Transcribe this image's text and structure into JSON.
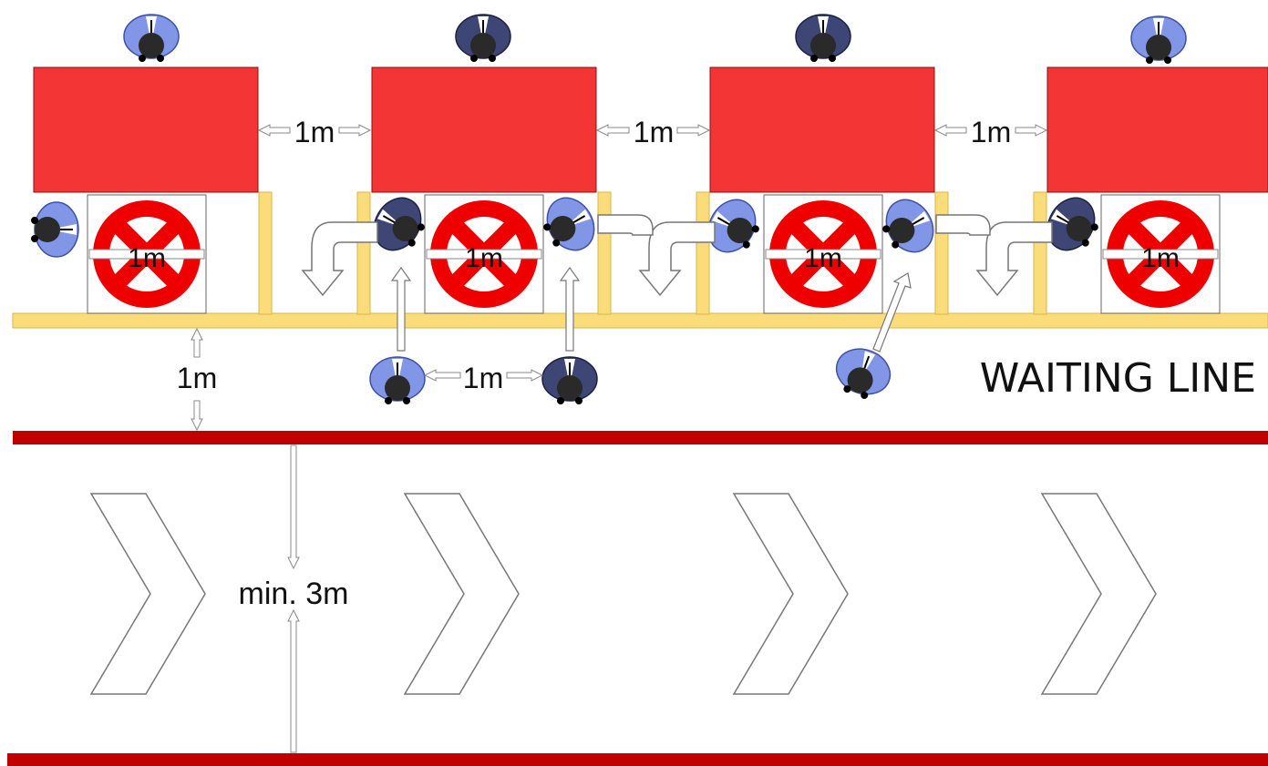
{
  "labels": {
    "booth_gap": "1m",
    "table_gap": "1m",
    "queue_distance": "1m",
    "waiting_spacing": "1m",
    "aisle_width": "min. 3m",
    "waiting_line": "WAITING LINE"
  },
  "colors": {
    "counter": "#f33535",
    "floor_line": "#c00000",
    "barrier": "#fbdc7a",
    "barrier_edge": "#d9b64c",
    "no_sign": "#ee0000",
    "staff": "#3d4675",
    "visitor": "#8196e6"
  },
  "icons": {
    "person": "person-topview-icon",
    "distance_sign": "no-1m-distance-sign-icon",
    "flow_arrow": "flow-arrow-icon",
    "direction": "chevron-right-icon"
  }
}
